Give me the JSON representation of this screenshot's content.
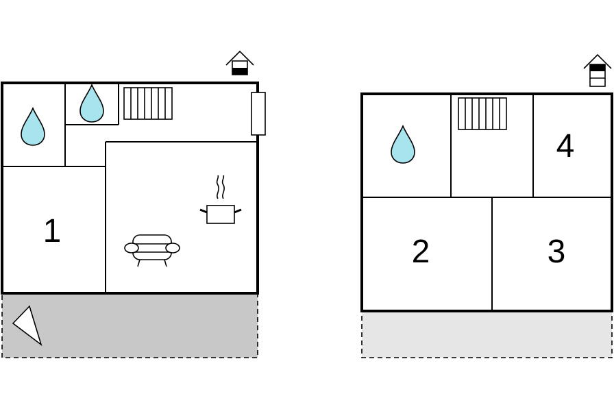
{
  "floors": [
    {
      "rooms": [
        {
          "label": "1"
        }
      ],
      "terrace_color": "#c8c8c8"
    },
    {
      "rooms": [
        {
          "label": "2"
        },
        {
          "label": "3"
        },
        {
          "label": "4"
        }
      ],
      "terrace_color": "#e6e6e6"
    }
  ],
  "icons": [
    "house-level-icon",
    "water-drop-icon",
    "radiator-icon",
    "window-icon",
    "cooking-pot-icon",
    "sofa-icon",
    "compass-arrow-icon"
  ],
  "colors": {
    "water": "#a8e4ee",
    "wall": "#000000"
  }
}
